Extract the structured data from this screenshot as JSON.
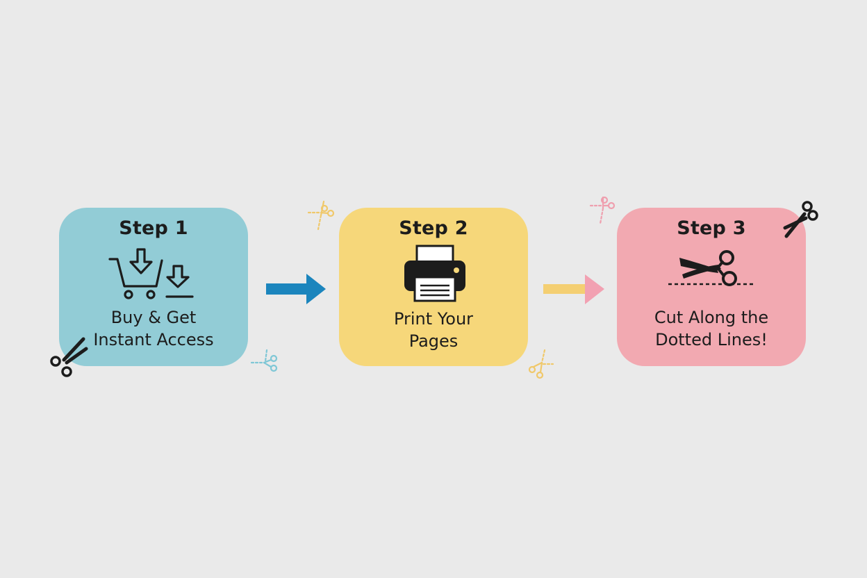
{
  "colors": {
    "background": "#eaeaea",
    "step1": "#92ccd6",
    "step2": "#f6d77a",
    "step3": "#f2a9b1",
    "arrow1": "#1b85bd",
    "arrow2_shaft": "#f4cf72",
    "arrow2_head": "#f2a1b2",
    "ink": "#1c1c1c"
  },
  "steps": [
    {
      "title": "Step 1",
      "caption_lines": [
        "Buy & Get",
        "Instant Access"
      ],
      "icon": "cart-download-icon"
    },
    {
      "title": "Step 2",
      "caption_lines": [
        "Print Your",
        "Pages"
      ],
      "icon": "printer-icon"
    },
    {
      "title": "Step 3",
      "caption_lines": [
        "Cut Along the",
        "Dotted Lines!"
      ],
      "icon": "scissors-cut-line-icon"
    }
  ],
  "connectors": [
    "arrow-right-icon",
    "arrow-right-icon"
  ],
  "decorations": [
    "scissors-icon",
    "scissors-icon",
    "scissors-icon",
    "scissors-icon",
    "scissors-icon",
    "scissors-icon"
  ]
}
